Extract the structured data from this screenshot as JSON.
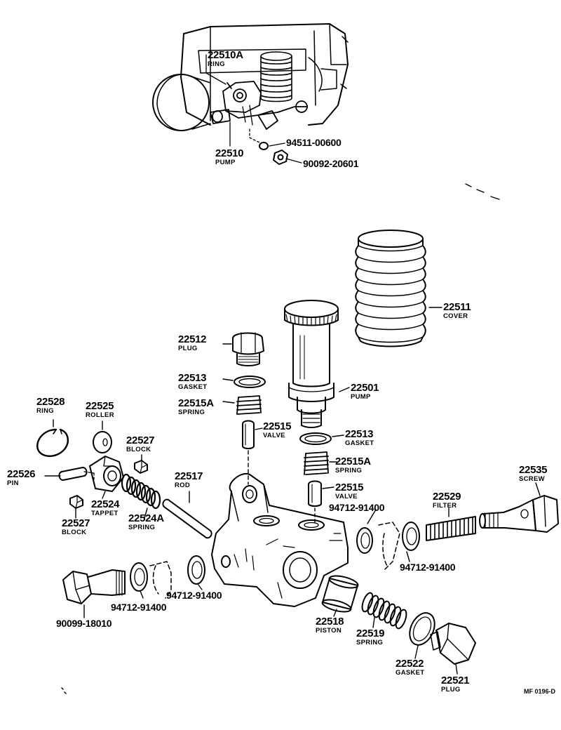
{
  "labels": {
    "l22510A": {
      "num": "22510A",
      "name": "RING"
    },
    "l22510": {
      "num": "22510",
      "name": "PUMP"
    },
    "c94511": "94511-00600",
    "c90092": "90092-20601",
    "l22511": {
      "num": "22511",
      "name": "COVER"
    },
    "l22512": {
      "num": "22512",
      "name": "PLUG"
    },
    "l22513a": {
      "num": "22513",
      "name": "GASKET"
    },
    "l22515Aa": {
      "num": "22515A",
      "name": "SPRING"
    },
    "l22501": {
      "num": "22501",
      "name": "PUMP"
    },
    "l22515a": {
      "num": "22515",
      "name": "VALVE"
    },
    "l22513b": {
      "num": "22513",
      "name": "GASKET"
    },
    "l22528": {
      "num": "22528",
      "name": "RING"
    },
    "l22525": {
      "num": "22525",
      "name": "ROLLER"
    },
    "l22527a": {
      "num": "22527",
      "name": "BLOCK"
    },
    "l22526": {
      "num": "22526",
      "name": "PIN"
    },
    "l22517": {
      "num": "22517",
      "name": "ROD"
    },
    "l22515Ab": {
      "num": "22515A",
      "name": "SPRING"
    },
    "l22515b": {
      "num": "22515",
      "name": "VALVE"
    },
    "l22535": {
      "num": "22535",
      "name": "SCREW"
    },
    "l22524": {
      "num": "22524",
      "name": "TAPPET"
    },
    "l22524A": {
      "num": "22524A",
      "name": "SPRING"
    },
    "l22529": {
      "num": "22529",
      "name": "FILTER"
    },
    "l22527b": {
      "num": "22527",
      "name": "BLOCK"
    },
    "c94712a": "94712-91400",
    "c94712b": "94712-91400",
    "c94712c": "94712-91400",
    "c94712d": "94712-91400",
    "c90099": "90099-18010",
    "l22518": {
      "num": "22518",
      "name": "PISTON"
    },
    "l22519": {
      "num": "22519",
      "name": "SPRING"
    },
    "l22522": {
      "num": "22522",
      "name": "GASKET"
    },
    "l22521": {
      "num": "22521",
      "name": "PLUG"
    },
    "drawing_ref": "MF 0196-D"
  },
  "colors": {
    "ink": "#000000",
    "paper": "#ffffff"
  }
}
